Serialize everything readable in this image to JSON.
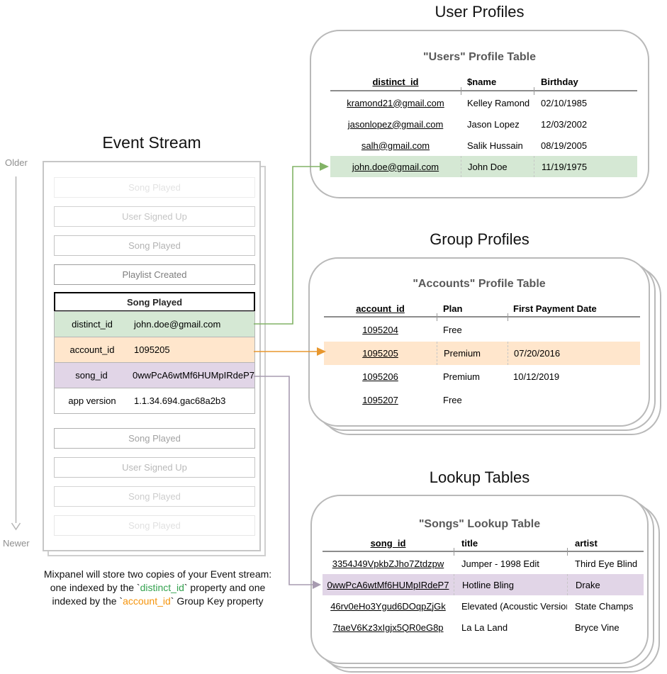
{
  "colors": {
    "green_fill": "#d5e8d4",
    "green_arrow": "#82b366",
    "orange_fill": "#ffe6cc",
    "orange_arrow": "#e8972e",
    "purple_fill": "#e1d5e7",
    "purple_arrow": "#a79bb0",
    "caption_green": "#34a24f",
    "caption_orange": "#f5940c",
    "card_border": "#b9b9b9",
    "card_title_gray": "#595959"
  },
  "titles": {
    "user_profiles": "User Profiles",
    "group_profiles": "Group Profiles",
    "lookup_tables": "Lookup Tables",
    "event_stream": "Event Stream"
  },
  "event_stream": {
    "older_label": "Older",
    "newer_label": "Newer",
    "events_before": [
      "Song Played",
      "User Signed Up",
      "Song Played",
      "Playlist Created"
    ],
    "expanded_event_title": "Song Played",
    "properties": [
      {
        "key": "distinct_id",
        "value": "john.doe@gmail.com",
        "highlight": "green"
      },
      {
        "key": "account_id",
        "value": "1095205",
        "highlight": "orange"
      },
      {
        "key": "song_id",
        "value": "0wwPcA6wtMf6HUMpIRdeP7",
        "highlight": "purple"
      },
      {
        "key": "app version",
        "value": "1.1.34.694.gac68a2b3",
        "highlight": "none"
      }
    ],
    "events_after": [
      "Song Played",
      "User Signed Up",
      "Song Played",
      "Song Played"
    ]
  },
  "users_table": {
    "title": "\"Users\" Profile Table",
    "columns": [
      "distinct_id",
      "$name",
      "Birthday"
    ],
    "rows": [
      [
        "kramond21@gmail.com",
        "Kelley Ramond",
        "02/10/1985"
      ],
      [
        "jasonlopez@gmail.com",
        "Jason Lopez",
        "12/03/2002"
      ],
      [
        "salh@gmail.com",
        "Salik Hussain",
        "08/19/2005"
      ],
      [
        "john.doe@gmail.com",
        "John Doe",
        "11/19/1975"
      ]
    ],
    "highlighted_row_index": 3,
    "highlight_color": "green"
  },
  "accounts_table": {
    "title": "\"Accounts\" Profile Table",
    "columns": [
      "account_id",
      "Plan",
      "First Payment Date"
    ],
    "rows": [
      [
        "1095204",
        "Free",
        ""
      ],
      [
        "1095205",
        "Premium",
        "07/20/2016"
      ],
      [
        "1095206",
        "Premium",
        "10/12/2019"
      ],
      [
        "1095207",
        "Free",
        ""
      ]
    ],
    "highlighted_row_index": 1,
    "highlight_color": "orange"
  },
  "songs_table": {
    "title": "\"Songs\" Lookup Table",
    "columns": [
      "song_id",
      "title",
      "artist"
    ],
    "rows": [
      [
        "3354J49VpkbZJho7Ztdzpw",
        "Jumper - 1998 Edit",
        "Third Eye Blind"
      ],
      [
        "0wwPcA6wtMf6HUMpIRdeP7",
        "Hotline Bling",
        "Drake"
      ],
      [
        "46rv0eHo3Ygud6DOqpZjGk",
        "Elevated (Acoustic Version)",
        "State Champs"
      ],
      [
        "7taeV6Kz3xIgjx5QR0eG8p",
        "La La Land",
        "Bryce Vine"
      ]
    ],
    "highlighted_row_index": 1,
    "highlight_color": "purple"
  },
  "caption": {
    "line1": "Mixpanel will store two copies of your Event stream:",
    "line2_pre": "one indexed by the `",
    "line2_key": "distinct_id",
    "line2_post": "` property and one",
    "line3_pre": "indexed by the `",
    "line3_key": "account_id",
    "line3_post": "` Group Key property"
  }
}
